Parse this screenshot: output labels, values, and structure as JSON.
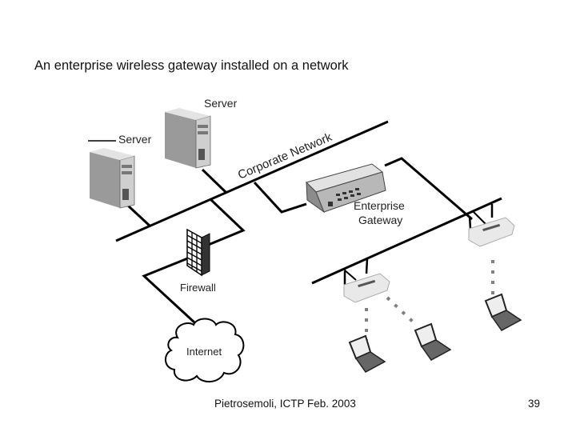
{
  "slide": {
    "title": "An enterprise wireless gateway installed on a network",
    "footer_text": "Pietrosemoli, ICTP Feb. 2003",
    "page_number": "39"
  },
  "diagram": {
    "nodes": {
      "server_left": "Server",
      "server_right": "Server",
      "corporate_network": "Corporate Network",
      "gateway_line1": "Enterprise",
      "gateway_line2": "Gateway",
      "firewall": "Firewall",
      "internet": "Internet"
    },
    "access_points": 2,
    "laptops": 3,
    "colors": {
      "line": "#000000",
      "wireless_dots": "#808080",
      "device": "#bdbdbd"
    }
  }
}
